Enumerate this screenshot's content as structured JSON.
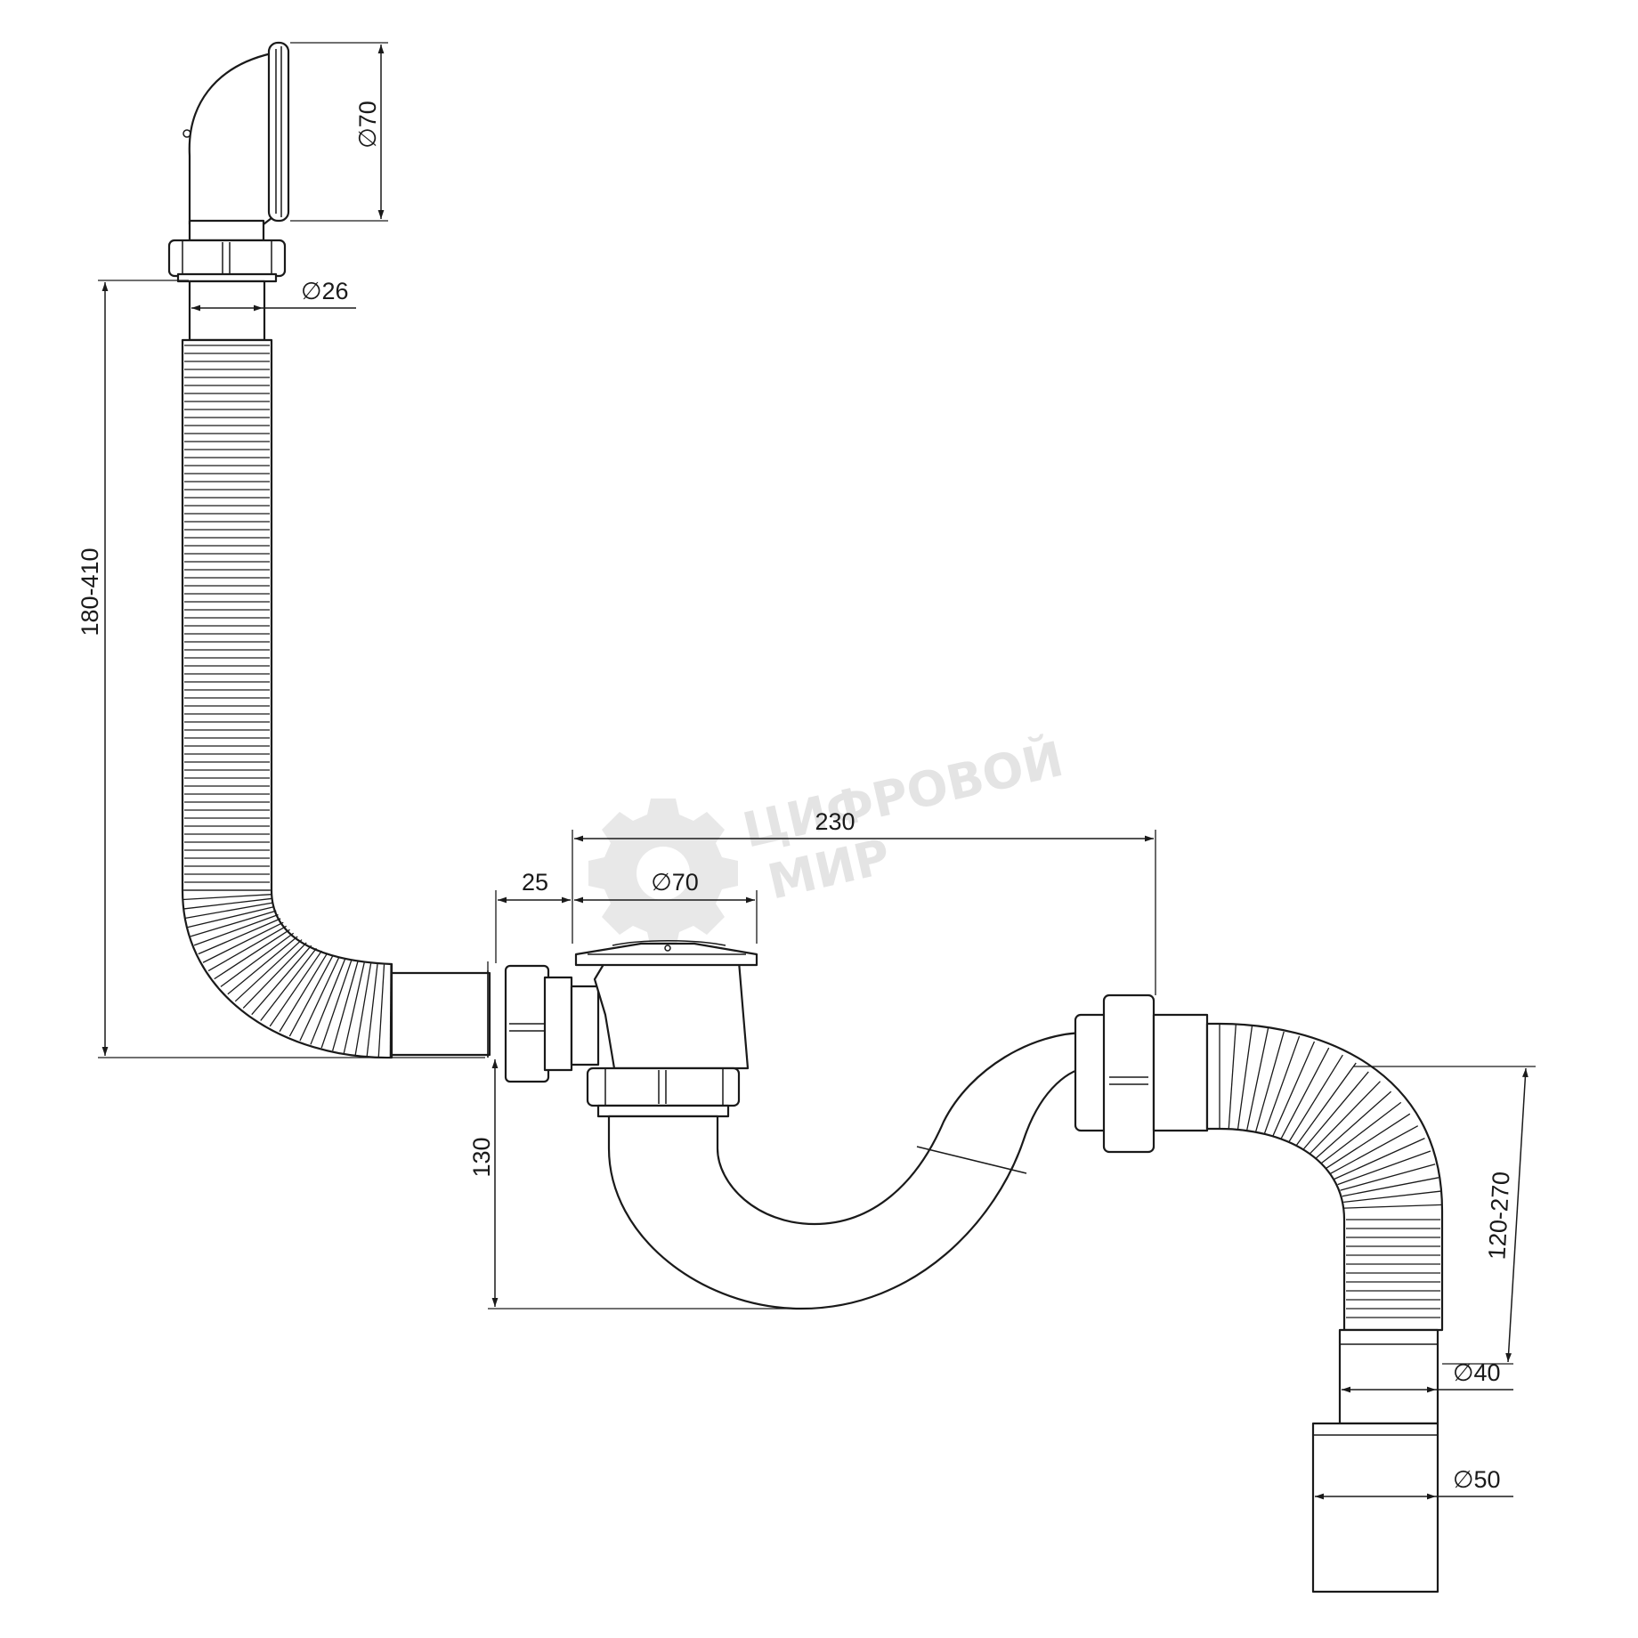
{
  "watermark": {
    "line1": "ЦИФРОВОЙ",
    "line2": "МИР",
    "icon": "gear-icon"
  },
  "dimensions": {
    "overflow_diameter": "∅70",
    "overflow_pipe_diameter": "∅26",
    "overflow_hose_length": "180-410",
    "offset": "25",
    "total_length": "230",
    "drain_diameter": "∅70",
    "trap_height": "130",
    "outlet_hose_length": "120-270",
    "outlet_diameter_small": "∅40",
    "outlet_diameter_large": "∅50"
  },
  "colors": {
    "line": "#1a1a1a",
    "fill": "#ffffff",
    "watermark": "#e4e4e4"
  }
}
